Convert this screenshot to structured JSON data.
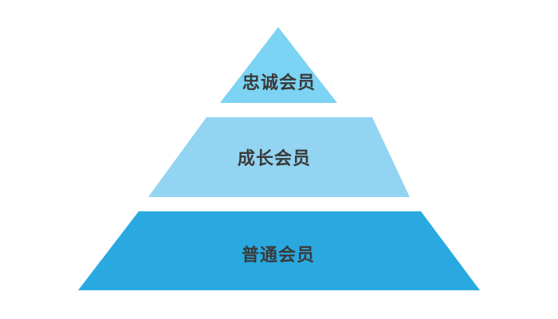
{
  "pyramid": {
    "tiers": [
      {
        "label": "忠诚会员",
        "color": "#7cd3f3"
      },
      {
        "label": "成长会员",
        "color": "#92d4f1"
      },
      {
        "label": "普通会员",
        "color": "#29a9e0"
      }
    ]
  }
}
